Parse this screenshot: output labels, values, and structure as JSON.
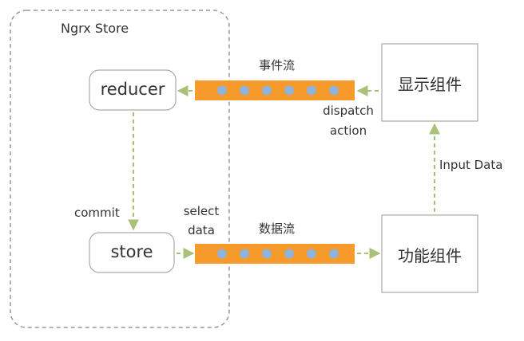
{
  "diagram": {
    "store_container_label": "Ngrx Store",
    "nodes": {
      "reducer": "reducer",
      "store": "store",
      "display_component": "显示组件",
      "feature_component": "功能组件"
    },
    "streams": {
      "event_stream": "事件流",
      "data_stream": "数据流"
    },
    "edge_labels": {
      "commit": "commit",
      "select_line1": "select",
      "select_line2": "data",
      "dispatch_line1": "dispatch",
      "dispatch_line2": "action",
      "input_data": "Input Data"
    },
    "colors": {
      "stream_fill": "#F79A2C",
      "stream_dot": "#8FB3D9",
      "arrow": "#A9C27A",
      "border": "#999999"
    }
  }
}
